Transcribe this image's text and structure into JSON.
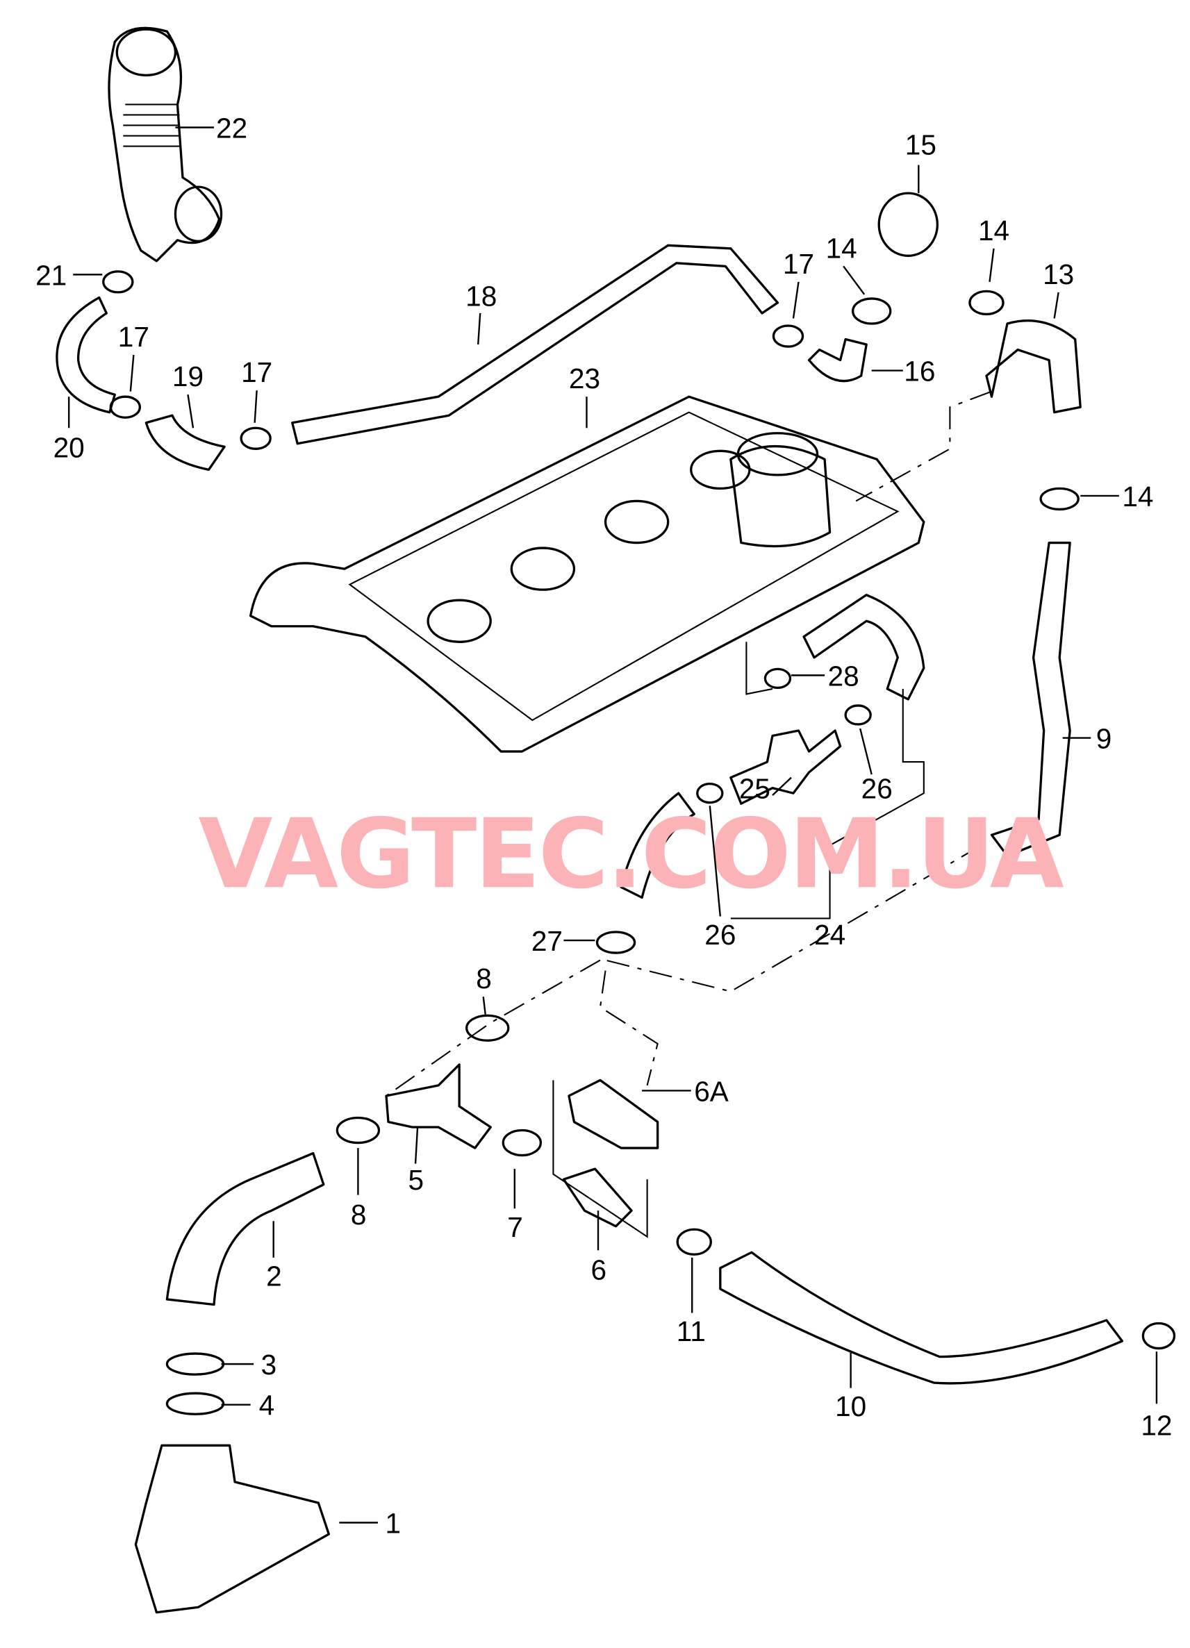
{
  "watermark": "VAGTEC.COM.UA",
  "watermark_color": "#fbb3b8",
  "callouts": {
    "p1": "1",
    "p2": "2",
    "p3": "3",
    "p4": "4",
    "p5": "5",
    "p6": "6",
    "p6a": "6A",
    "p7": "7",
    "p8a": "8",
    "p8b": "8",
    "p9": "9",
    "p10": "10",
    "p11": "11",
    "p12": "12",
    "p13": "13",
    "p14a": "14",
    "p14b": "14",
    "p14c": "14",
    "p15": "15",
    "p16": "16",
    "p17a": "17",
    "p17b": "17",
    "p17c": "17",
    "p18": "18",
    "p19": "19",
    "p20": "20",
    "p21": "21",
    "p22": "22",
    "p23": "23",
    "p24": "24",
    "p25": "25",
    "p26a": "26",
    "p26b": "26",
    "p27": "27",
    "p28": "28"
  }
}
